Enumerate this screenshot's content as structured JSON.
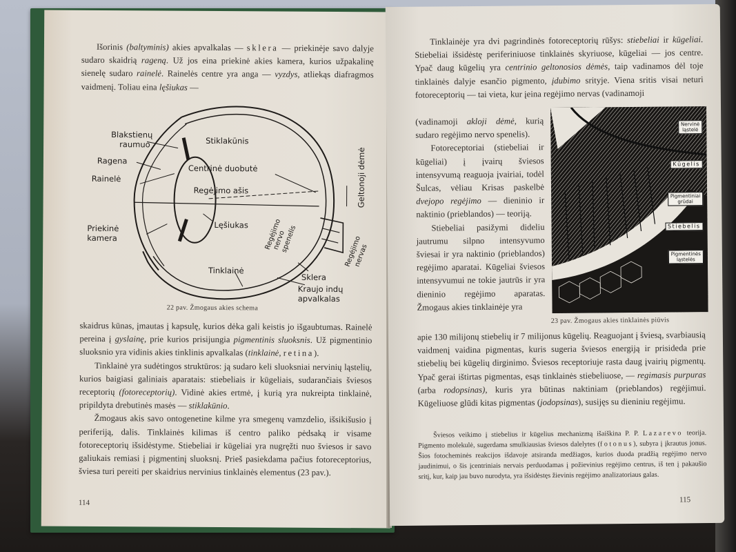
{
  "book": {
    "left_page": {
      "page_number": "114",
      "paragraph_1": {
        "parts": [
          "Išorinis",
          "(baltyminis)",
          "akies apvalkalas —",
          "sklera",
          "— priekinėje savo dalyje sudaro skaidrią",
          "rageną",
          ". Už jos eina priekinė akies kamera, kurios užpakalinę sienelę sudaro",
          "rainelė",
          ". Rainelės centre yra anga —",
          "vyzdys",
          ", atliekąs diafragmos vaidmenį. Toliau eina",
          "lęšiukas",
          " —"
        ]
      },
      "figure_22": {
        "caption": "22 pav. Žmogaus akies schema",
        "labels": {
          "blakstienu_raumuo_1": "Blakstienų",
          "blakstienu_raumuo_2": "raumuo",
          "stiklakunis": "Stiklakūnis",
          "ragena": "Ragena",
          "centrine_duobute": "Centrinė duobutė",
          "rainele": "Rainelė",
          "regejimo_asis": "Regėjimo ašis",
          "geltonoji_deme": "Geltonoji dėmė",
          "priekine_kamera_1": "Priekinė",
          "priekine_kamera_2": "kamera",
          "lesiukas": "Lęšiukas",
          "regejimo_nervo_spenelis_1": "Regėjimo",
          "regejimo_nervo_spenelis_2": "nervo",
          "regejimo_nervo_spenelis_3": "spenelis",
          "regejimo_nervas_1": "Regėjimo",
          "regejimo_nervas_2": "nervas",
          "tinklaine": "Tinklainė",
          "sklera": "Sklera",
          "kraujo_indu_1": "Kraujo indų",
          "kraujo_indu_2": "apvalkalas"
        }
      },
      "paragraph_2": {
        "parts": [
          "skaidrus kūnas, įmautas į kapsulę, kurios dėka gali keistis jo išgaubtumas. Rainelė pereina į",
          "gyslainę",
          ", prie kurios prisijungia",
          "pigmentinis sluoksnis",
          ". Už pigmentinio sluoksnio yra vidinis akies tinklinis apvalkalas (",
          "tinklainė",
          ",",
          "retina",
          ")."
        ]
      },
      "paragraph_3": {
        "parts": [
          "Tinklainė yra sudėtingos struktūros: ją sudaro keli sluoksniai nervinių ląstelių, kurios baigiasi galiniais aparatais: stiebeliais ir kūgeliais, sudarančiais šviesos receptorių",
          "(fotoreceptorių)",
          ". Vidinė akies ertmė, į kurią yra nukreipta tinklainė, pripildyta drebutinės masės —",
          "stiklakūnio",
          "."
        ]
      },
      "paragraph_4": "Žmogaus akis savo ontogenetine kilme yra smegenų vamzdelio, išsikišusio į periferiją, dalis. Tinklainės kilimas iš centro paliko pėdsaką ir visame fotoreceptorių išsidėstyme. Stiebeliai ir kūgeliai yra nugręžti nuo šviesos ir savo galiukais remiasi į pigmentinį sluoksnį. Prieš pasiekdama pačius fotoreceptorius, šviesa turi pereiti per skaidrius nervinius tinklainės elementus (23 pav.)."
    },
    "right_page": {
      "page_number": "115",
      "paragraph_1": {
        "parts": [
          "Tinklainėje yra dvi pagrindinės fotoreceptorių rūšys:",
          "stiebeliai",
          "ir",
          "kūgeliai",
          ". Stiebeliai išsidėstę periferiniuose tinklainės skyriuose, kūgeliai — jos centre. Ypač daug kūgelių yra",
          "centrinio geltonosios dėmės",
          ", taip vadinamos dėl toje tinklainės dalyje esančio pigmento,",
          "įdubimo",
          "srityje. Viena sritis visai neturi fotoreceptorių — tai vieta, kur įeina regėjimo nervas (vadinamoji",
          "akloji dėmė",
          ", kurią sudaro regėjimo nervo spenelis)."
        ]
      },
      "paragraph_2": {
        "parts": [
          "Fotoreceptoriai (stiebeliai ir kūgeliai) į įvairų šviesos intensyvumą reaguoja įvairiai, todėl Šulcas, vėliau Krisas paskelbė",
          "dvejopo regėjimo",
          "— dieninio ir naktinio (prieblandos) — teoriją."
        ]
      },
      "paragraph_3": "Stiebeliai pasižymi dideliu jautrumu silpno intensyvumo šviesai ir yra naktinio (prieblandos) regėjimo aparatai. Kūgeliai šviesos intensyvumui ne tokie jautrūs ir yra dieninio regėjimo aparatas. Žmogaus akies tinklainėje yra",
      "paragraph_3_cont": {
        "parts": [
          "apie 130 milijonų stiebelių ir 7 milijonus kūgelių. Reaguojant į šviesą, svarbiausią vaidmenį vaidina pigmentas, kuris sugeria šviesos energiją ir prisideda prie stiebelių bei kūgelių dirginimo. Šviesos receptoriuje rasta daug įvairių pigmentų. Ypač gerai ištirtas pigmentas, esąs tinklainės stiebeliuose, —",
          "regimasis purpuras",
          "(arba",
          "rodopsinas)",
          ", kuris yra būtinas naktiniam (prieblandos) regėjimui. Kūgeliuose glūdi kitas pigmentas (",
          "jodopsinas",
          "), susijęs su dieniniu regėjimu."
        ]
      },
      "small_print": {
        "parts": [
          "Šviesos veikimo į stiebelius ir kūgelius mechanizmą išaiškina P. P.",
          "Lazarevo",
          "teorija. Pigmento molekulė, sugerdama smulkiausias šviesos dalelytes (",
          "fotonus",
          "), subyra į įkrautus jonus. Šios fotocheminės reakcijos išdavoje atsiranda medžiagos, kurios duoda pradžią regėjimo nervo jaudinimui, o šis įcentriniais nervais perduodamas į požievinius regėjimo centrus, iš ten į pakaušio sritį, kur, kaip jau buvo nurodyta, yra išsidėstęs žievinis regėjimo analizatoriaus galas."
        ]
      },
      "figure_23": {
        "caption": "23 pav. Žmogaus akies tinklainės piūvis",
        "labels": {
          "nervine_1": "Nervinė",
          "nervine_2": "ląstelė",
          "kugelis": "Kūgelis",
          "pigmentiniai_1": "Pigmentiniai",
          "pigmentiniai_2": "grūdai",
          "stiebelis": "Stiebelis",
          "pigmentines_1": "Pigmentinės",
          "pigmentines_2": "ląstelės"
        }
      }
    },
    "colors": {
      "cover_green": "#2f5a3a",
      "paper": "#e4dfd6",
      "ink": "#2f2b28",
      "background_top": "#b9bfcb",
      "background_bottom": "#1d1a18"
    }
  }
}
